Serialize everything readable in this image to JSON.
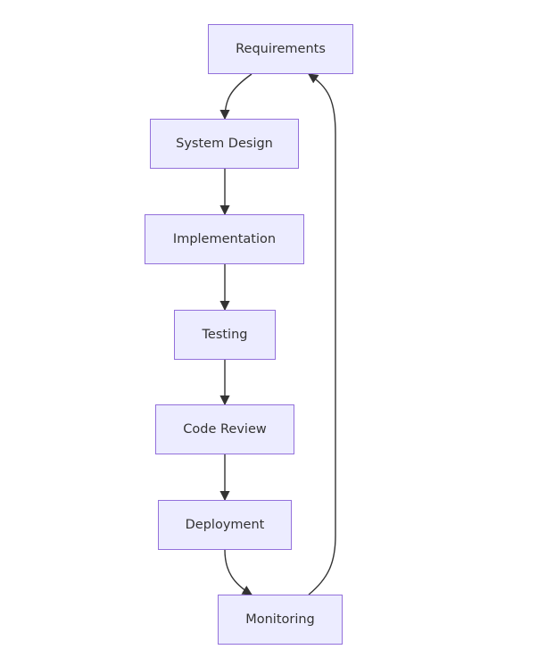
{
  "diagram": {
    "nodes": [
      {
        "id": "requirements",
        "label": "Requirements"
      },
      {
        "id": "system_design",
        "label": "System Design"
      },
      {
        "id": "implementation",
        "label": "Implementation"
      },
      {
        "id": "testing",
        "label": "Testing"
      },
      {
        "id": "code_review",
        "label": "Code Review"
      },
      {
        "id": "deployment",
        "label": "Deployment"
      },
      {
        "id": "monitoring",
        "label": "Monitoring"
      }
    ],
    "edges": [
      {
        "from": "requirements",
        "to": "system_design"
      },
      {
        "from": "system_design",
        "to": "implementation"
      },
      {
        "from": "implementation",
        "to": "testing"
      },
      {
        "from": "testing",
        "to": "code_review"
      },
      {
        "from": "code_review",
        "to": "deployment"
      },
      {
        "from": "deployment",
        "to": "monitoring"
      },
      {
        "from": "monitoring",
        "to": "requirements"
      }
    ],
    "colors": {
      "node_fill": "#ECECFF",
      "node_border": "#9370DB",
      "edge": "#333333",
      "text": "#333333"
    }
  }
}
